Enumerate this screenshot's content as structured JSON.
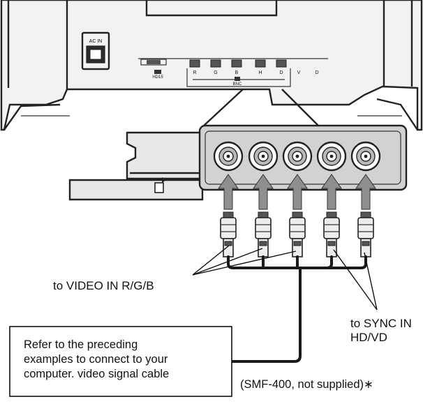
{
  "panel_labels": {
    "ac_in": "AC IN",
    "ports": [
      "R",
      "G",
      "B",
      "H",
      "D",
      "V",
      "D"
    ],
    "port_group_small": "HD15",
    "port_group_right": "BNC"
  },
  "callouts": {
    "video_in": "to VIDEO IN R/G/B",
    "sync_in_line1": "to SYNC IN",
    "sync_in_line2": "HD/VD",
    "cable_note": "(SMF-400, not supplied)∗"
  },
  "note_box": {
    "line1": "Refer to the preceding",
    "line2": "examples to connect to your",
    "line3": "computer. video signal cable"
  },
  "colors": {
    "line": "#222222",
    "panel_fill": "#d2d2d2",
    "arrow_fill": "#8f8f8f",
    "background": "#ffffff"
  }
}
